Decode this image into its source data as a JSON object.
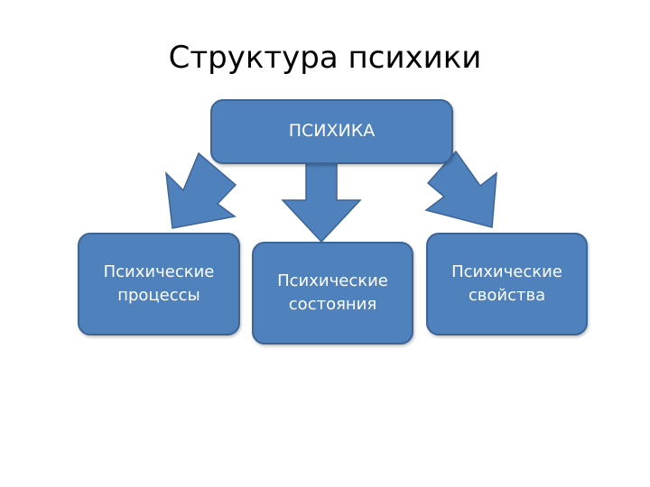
{
  "title": "Структура психики",
  "colors": {
    "box_fill": "#4f81bd",
    "box_border": "#3c6596",
    "text": "#ffffff"
  },
  "root": {
    "label": "ПСИХИКА"
  },
  "children": [
    {
      "label": "Психические процессы"
    },
    {
      "label": "Психические состояния"
    },
    {
      "label": "Психические свойства"
    }
  ]
}
